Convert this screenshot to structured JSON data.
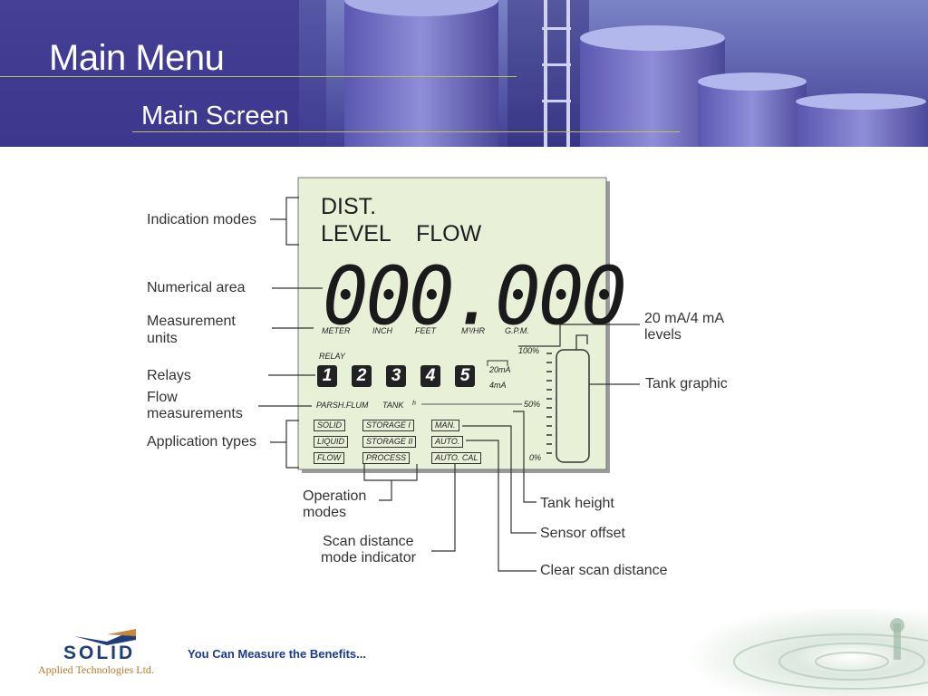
{
  "header": {
    "title": "Main Menu",
    "subtitle": "Main Screen"
  },
  "lcd": {
    "mode_line1": "DIST.",
    "mode_line2_a": "LEVEL",
    "mode_line2_b": "FLOW",
    "digits": "000.000",
    "units": [
      "METER",
      "INCH",
      "FEET",
      "M³/HR",
      "G.P.M."
    ],
    "relay_label": "RELAY",
    "relays": [
      "1",
      "2",
      "3",
      "4",
      "5"
    ],
    "ma_20": "20mA",
    "ma_4": "4mA",
    "flow_a": "PARSH.FLUM",
    "flow_b": "TANK",
    "flow_c": "h",
    "apps": [
      "SOLID",
      "LIQUID",
      "FLOW"
    ],
    "storage": [
      "STORAGE I",
      "STORAGE II",
      "PROCESS"
    ],
    "modes": [
      "MAN.",
      "AUTO.",
      "AUTO.  CAL"
    ],
    "tank_100": "100%",
    "tank_50": "50%",
    "tank_0": "0%"
  },
  "callouts": {
    "indication_modes": "Indication modes",
    "numerical_area": "Numerical area",
    "measurement_units_1": "Measurement",
    "measurement_units_2": "units",
    "relays": "Relays",
    "flow_meas_1": "Flow",
    "flow_meas_2": "measurements",
    "application_types": "Application types",
    "operation_modes_1": "Operation",
    "operation_modes_2": "modes",
    "scan_distance_1": "Scan distance",
    "scan_distance_2": "mode indicator",
    "ma_levels_1": "20 mA/4 mA",
    "ma_levels_2": "levels",
    "tank_graphic": "Tank graphic",
    "tank_height": "Tank height",
    "sensor_offset": "Sensor offset",
    "clear_scan": "Clear scan distance"
  },
  "footer": {
    "logo_word": "SOLID",
    "logo_sub": "Applied Technologies Ltd.",
    "slogan": "You Can Measure the Benefits..."
  },
  "colors": {
    "banner": "#3f3c92",
    "lcd_bg": "#e9f0d8",
    "rule": "#b8c25a",
    "slogan": "#1a3a8a"
  }
}
